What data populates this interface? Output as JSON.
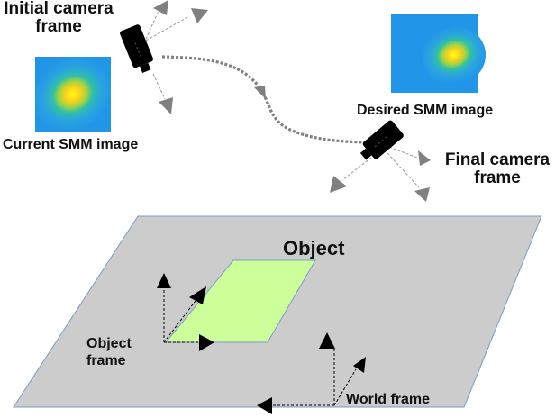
{
  "diagram": {
    "labels": {
      "initial_camera_frame_line1": "Initial camera",
      "initial_camera_frame_line2": "frame",
      "current_smm_image": "Current SMM image",
      "desired_smm_image": "Desired SMM image",
      "final_camera_frame_line1": "Final camera",
      "final_camera_frame_line2": "frame",
      "object": "Object",
      "object_frame_line1": "Object",
      "object_frame_line2": "frame",
      "world_frame": "World frame"
    },
    "colors": {
      "ground_plane": "#cccccc",
      "plane_edge": "#7a9cc8",
      "object_fill": "#ccff99",
      "smm_background": "#2196e8",
      "smm_peak": "#ffff00",
      "trajectory": "#808080",
      "camera": "#000000",
      "axis_arrow_gray": "#808080",
      "axis_arrow_black": "#000000"
    },
    "nodes": [
      {
        "id": "initial-camera",
        "type": "camera",
        "label": "Initial camera frame"
      },
      {
        "id": "current-smm-image",
        "type": "image",
        "label": "Current SMM image"
      },
      {
        "id": "desired-smm-image",
        "type": "image",
        "label": "Desired SMM image"
      },
      {
        "id": "final-camera",
        "type": "camera",
        "label": "Final camera frame"
      },
      {
        "id": "ground-plane",
        "type": "plane"
      },
      {
        "id": "object",
        "type": "parallelogram",
        "label": "Object"
      },
      {
        "id": "object-frame",
        "type": "axes",
        "label": "Object frame"
      },
      {
        "id": "world-frame",
        "type": "axes",
        "label": "World frame"
      }
    ],
    "edges": [
      {
        "from": "initial-camera",
        "to": "final-camera",
        "style": "dotted-curve",
        "label": ""
      }
    ]
  }
}
